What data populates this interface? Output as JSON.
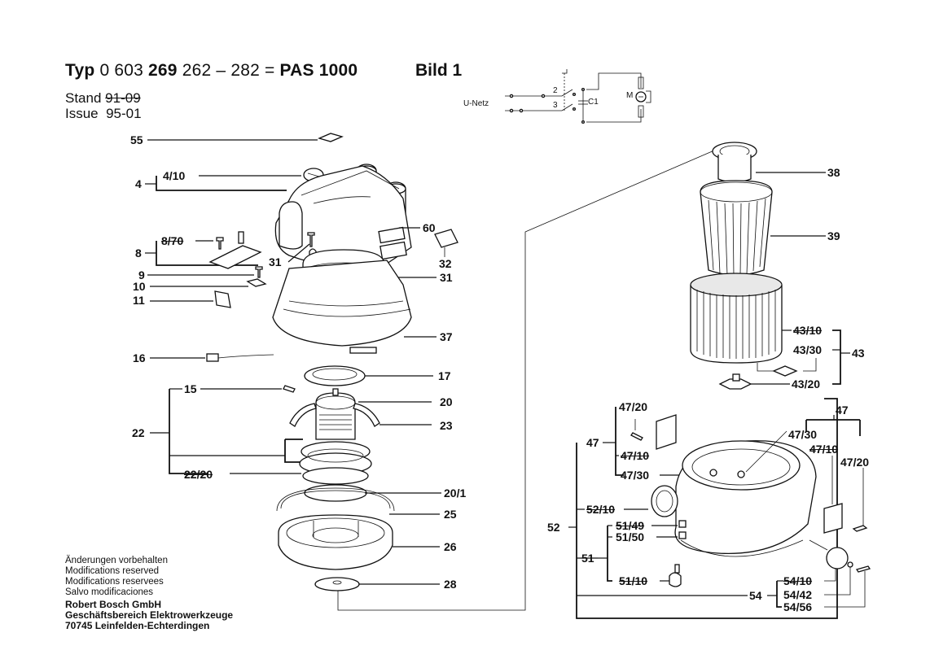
{
  "header": {
    "typ_label": "Typ",
    "typ_number_prefix": "0 603",
    "typ_number_bold": "269",
    "typ_range": "262 – 282",
    "equals": "=",
    "model": "PAS 1000",
    "figure": "Bild 1"
  },
  "meta": {
    "stand_label": "Stand",
    "stand_value_struck": "91-09",
    "issue_label": "Issue",
    "issue_value": "95-01"
  },
  "circuit": {
    "supply_label": "U-Netz",
    "switch_pin_2": "2",
    "switch_pin_3": "3",
    "capacitor_label": "C1",
    "motor_label": "M"
  },
  "footer": {
    "lines": [
      "Änderungen vorbehalten",
      "Modifications reserved",
      "Modifications reservees",
      "Salvo modificaciones"
    ],
    "company": [
      "Robert Bosch GmbH",
      "Geschäftsbereich Elektrowerkzeuge",
      "70745 Leinfelden-Echterdingen"
    ]
  },
  "parts": {
    "p55": "55",
    "p4": "4",
    "p4_10": "4/10",
    "p8": "8",
    "p8_70": "8/70",
    "p9": "9",
    "p10": "10",
    "p11": "11",
    "p31a": "31",
    "p31b": "31",
    "p60": "60",
    "p32": "32",
    "p37": "37",
    "p16": "16",
    "p17": "17",
    "p15": "15",
    "p20": "20",
    "p23": "23",
    "p22": "22",
    "p22_20": "22/20",
    "p20_1": "20/1",
    "p25": "25",
    "p26": "26",
    "p28": "28",
    "p38": "38",
    "p39": "39",
    "p43": "43",
    "p43_10": "43/10",
    "p43_30": "43/30",
    "p43_20": "43/20",
    "p47_left": "47",
    "p47_20_left": "47/20",
    "p47_10_left": "47/10",
    "p47_30_left": "47/30",
    "p47_right": "47",
    "p47_30_right": "47/30",
    "p47_10_right": "47/10",
    "p47_20_right": "47/20",
    "p52": "52",
    "p52_10": "52/10",
    "p51": "51",
    "p51_49": "51/49",
    "p51_50": "51/50",
    "p51_10": "51/10",
    "p54": "54",
    "p54_10": "54/10",
    "p54_42": "54/42",
    "p54_56": "54/56"
  },
  "discontinued_parts": [
    "8/70",
    "22/20",
    "43/10",
    "47/10",
    "52/10",
    "51/49",
    "51/10",
    "54/10"
  ]
}
